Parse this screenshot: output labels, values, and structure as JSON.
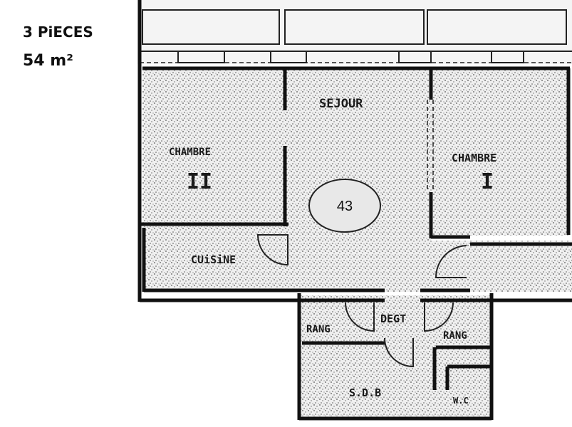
{
  "header": {
    "rooms_count": "3 PiECES",
    "area": "54 m²"
  },
  "rooms": {
    "sejour": "SEJOUR",
    "chambre_left": "CHAMBRE",
    "chambre_left_num": "II",
    "chambre_right": "CHAMBRE",
    "chambre_right_num": "I",
    "cuisine": "CUiSiNE",
    "degt": "DEGT",
    "rang_left": "RANG",
    "rang_right": "RANG",
    "sdb": "S.D.B",
    "wc": "W.C"
  },
  "unit_number": "43"
}
